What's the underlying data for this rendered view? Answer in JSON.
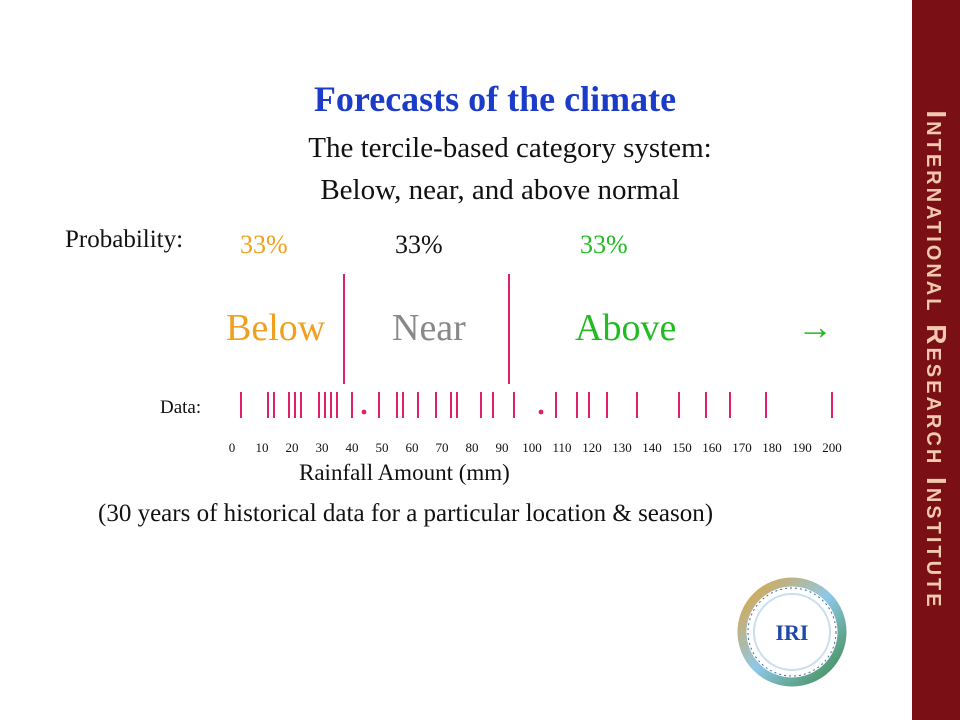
{
  "title": "Forecasts of the climate",
  "subtitle_line1": "The tercile-based category system:",
  "subtitle_line2": "Below, near, and above normal",
  "probability_label": "Probability:",
  "probabilities": [
    {
      "label": "33%",
      "color": "#f0a020"
    },
    {
      "label": "33%",
      "color": "#111111"
    },
    {
      "label": "33%",
      "color": "#22bb22"
    }
  ],
  "categories": [
    {
      "label": "Below",
      "color": "#f0a020"
    },
    {
      "label": "Near",
      "color": "#888888"
    },
    {
      "label": "Above",
      "color": "#22bb22"
    }
  ],
  "arrow_glyph": "→",
  "divider_color": "#e0206a",
  "data_label": "Data:",
  "xlabel": "Rainfall Amount  (mm)",
  "caption": "(30 years of historical data for a particular location & season)",
  "sidebar_text": "International Research Institute",
  "logo_text": "IRI",
  "chart_data": {
    "type": "scatter",
    "xlim": [
      0,
      200
    ],
    "ticks": [
      0,
      10,
      20,
      30,
      40,
      50,
      60,
      70,
      80,
      90,
      100,
      110,
      120,
      130,
      140,
      150,
      160,
      170,
      180,
      190,
      200
    ],
    "tercile_boundaries": [
      44,
      103
    ],
    "data_points": [
      3,
      12,
      14,
      19,
      21,
      23,
      29,
      31,
      33,
      35,
      40,
      49,
      55,
      57,
      62,
      68,
      73,
      75,
      83,
      87,
      94,
      108,
      115,
      119,
      125,
      135,
      149,
      158,
      166,
      178,
      200
    ]
  }
}
